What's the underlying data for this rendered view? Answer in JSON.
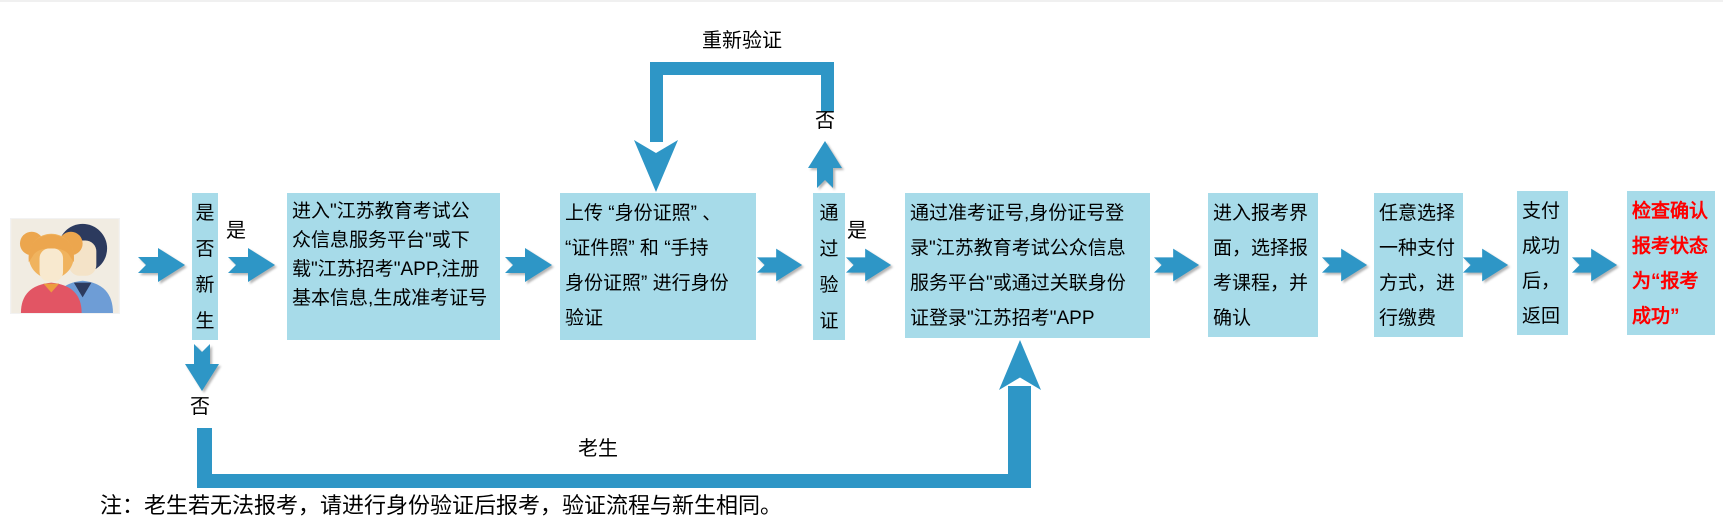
{
  "colors": {
    "box_fill": "#A7DBE9",
    "arrow_blue": "#2E96C6",
    "alert_red": "#FF0000"
  },
  "icons": {
    "start": "two-students-avatar"
  },
  "labels": {
    "yes_1": "是",
    "yes_2": "是",
    "no_top": "否",
    "no_bottom": "否",
    "reverify": "重新验证",
    "old_student": "老生"
  },
  "nodes": {
    "is_new_student": "是否新生",
    "register": "进入\"江苏教育考试公\n众信息服务平台\"或下\n载\"江苏招考\"APP,注册\n基本信息,生成准考证号",
    "upload_verify": "上传 “身份证照” 、\n “证件照” 和 “手持\n身份证照” 进行身份\n验证",
    "pass_verification": "通过验证",
    "login": "通过准考证号,身份证号登\n录\"江苏教育考试公众信息\n服务平台\"或通过关联身份\n证登录\"江苏招考\"APP",
    "choose_course": "进入报考界\n面，选择报\n考课程，并\n确认",
    "pay_method": "任意选择\n一种支付\n方式，进\n行缴费",
    "pay_done": "支付\n成功\n后，\n返回",
    "confirm_success": "检查确认\n报考状态\n为“报考\n成功”"
  },
  "note": "注：老生若无法报考，请进行身份验证后报考，验证流程与新生相同。"
}
